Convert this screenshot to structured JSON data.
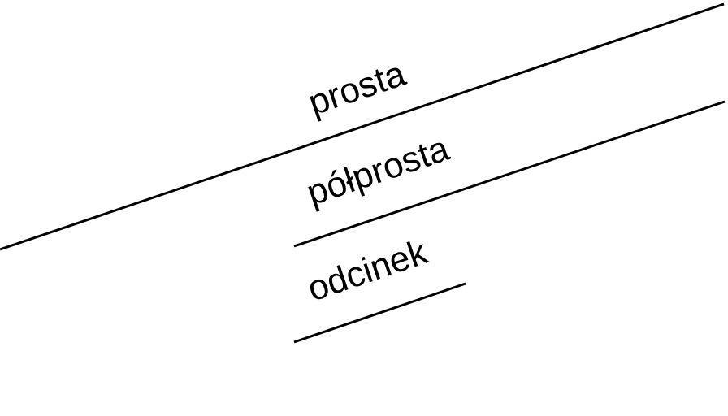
{
  "diagram": {
    "description_visible_text_only": "geometric figure with three parallel slanted lines",
    "background_color": "#ffffff",
    "line_color": "#000000",
    "text_color": "#000000",
    "labels": {
      "line": "prosta",
      "ray": "półprosta",
      "segment": "odcinek"
    }
  }
}
